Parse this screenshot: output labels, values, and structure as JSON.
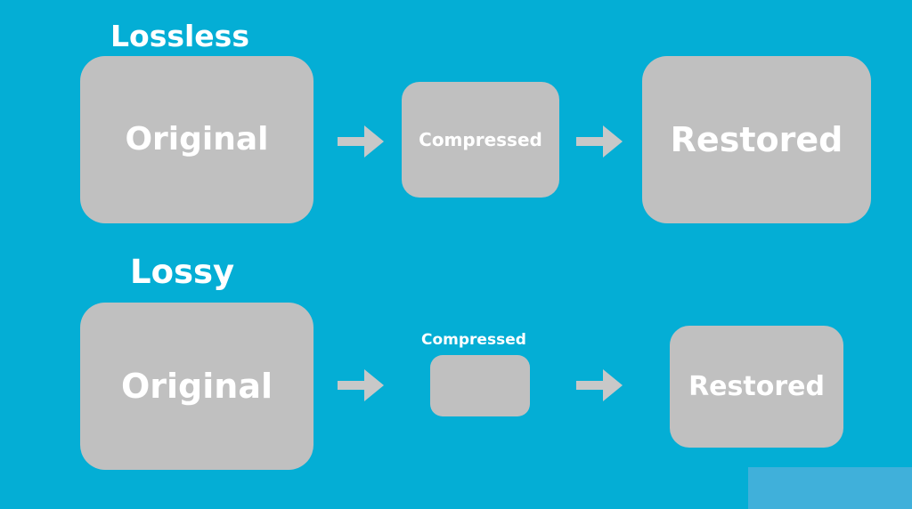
{
  "lossless": {
    "title": "Lossless",
    "original_label": "Original",
    "compressed_label": "Compressed",
    "restored_label": "Restored"
  },
  "lossy": {
    "title": "Lossy",
    "original_label": "Original",
    "compressed_label": "Compressed",
    "restored_label": "Restored"
  },
  "colors": {
    "background": "#04aed5",
    "box": "#c0c0c0",
    "text": "#ffffff",
    "arrow": "#c8c8c8"
  },
  "icons": {
    "flow_arrow": "arrow-right-icon"
  }
}
